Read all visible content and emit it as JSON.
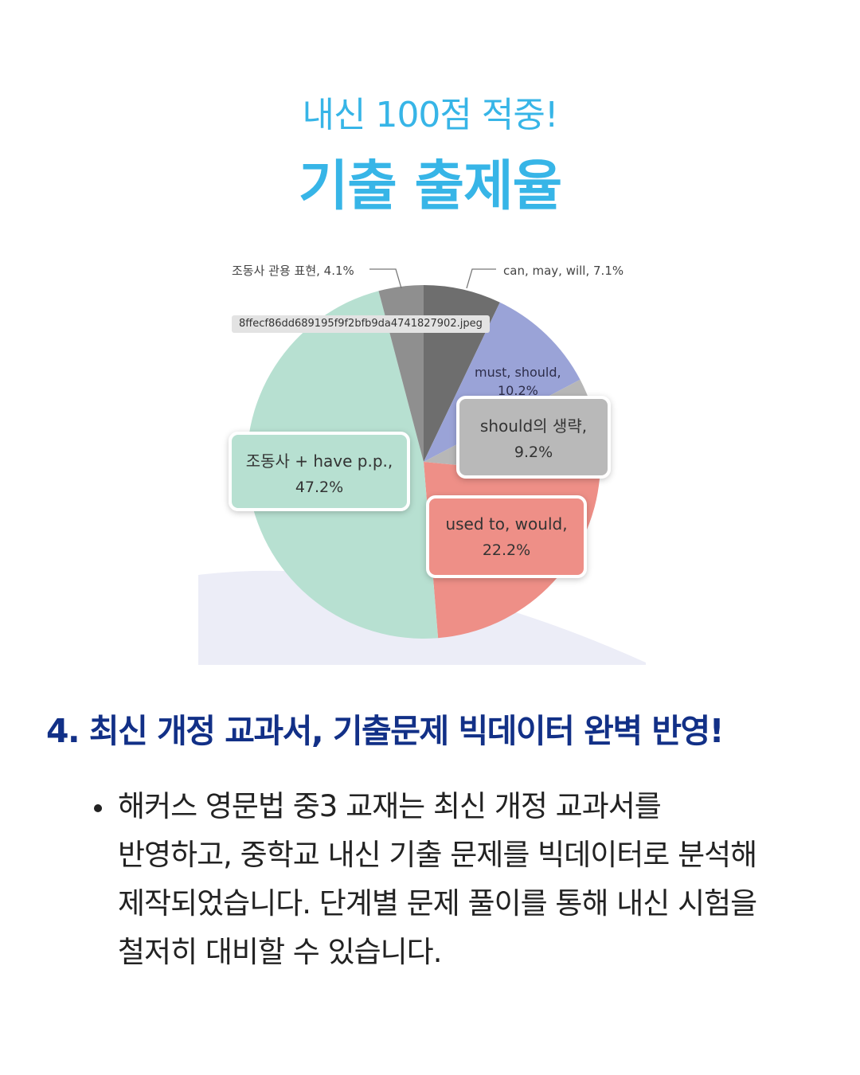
{
  "header": {
    "subtitle": "내신 100점 적중!",
    "title": "기출 출제율"
  },
  "image_tag": "8ffecf86dd689195f9f2bfb9da4741827902.jpeg",
  "chart_data": {
    "type": "pie",
    "slices": [
      {
        "label": "can, may, will",
        "value": 7.1,
        "display": "can, may, will, 7.1%",
        "color": "#6e6e6e",
        "callout": "leader"
      },
      {
        "label": "must, should",
        "value": 10.2,
        "display": "must, should, 10.2%",
        "color": "#9aa3d7",
        "callout": "inside"
      },
      {
        "label": "should의 생략",
        "value": 9.2,
        "display": "should의 생략, 9.2%",
        "color": "#b7b7b7",
        "callout": "box"
      },
      {
        "label": "used to, would",
        "value": 22.2,
        "display": "used to, would, 22.2%",
        "color": "#ee8f87",
        "callout": "box"
      },
      {
        "label": "조동사 + have p.p.",
        "value": 47.2,
        "display": "조동사 + have p.p., 47.2%",
        "color": "#b7e0d1",
        "callout": "box"
      },
      {
        "label": "조동사 관용 표현",
        "value": 4.1,
        "display": "조동사 관용 표현, 4.1%",
        "color": "#8f8f8f",
        "callout": "leader"
      }
    ],
    "labels": {
      "lead_left": "조동사 관용 표현, 4.1%",
      "lead_right": "can, may, will, 7.1%",
      "inner_name": "must, should,",
      "inner_pct": "10.2%",
      "box1_name": "should의 생략,",
      "box1_pct": "9.2%",
      "box2_name": "조동사 + have p.p.,",
      "box2_pct": "47.2%",
      "box3_name": "used to, would,",
      "box3_pct": "22.2%"
    }
  },
  "section": {
    "heading": "4. 최신 개정 교과서, 기출문제 빅데이터 완벽 반영!",
    "bullet": "해커스 영문법 중3 교재는 최신 개정 교과서를 반영하고, 중학교 내신 기출 문제를 빅데이터로 분석해 제작되었습니다. 단계별 문제 풀이를 통해 내신 시험을 철저히 대비할 수 있습니다."
  }
}
